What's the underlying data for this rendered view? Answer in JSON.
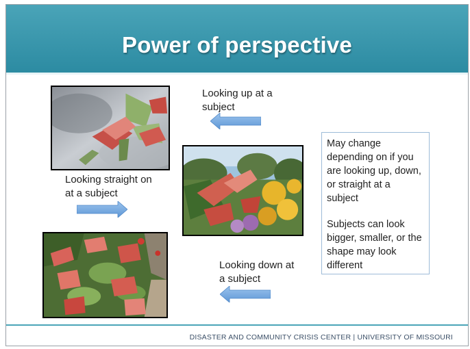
{
  "slide": {
    "title": "Power of perspective",
    "captions": {
      "looking_up": "Looking up at a subject",
      "looking_straight": "Looking straight on at a subject",
      "looking_down": "Looking down at a subject"
    },
    "note": {
      "paragraph1": "May change depending on if you are looking up, down, or straight at a subject",
      "paragraph2": "Subjects can look bigger, smaller, or the shape may look different"
    },
    "footer": "DISASTER AND COMMUNITY CRISIS CENTER  | UNIVERSITY OF MISSOURI"
  },
  "icons": {
    "arrow_up_caption": "arrow-left-icon",
    "arrow_straight_caption": "arrow-right-icon",
    "arrow_down_caption": "arrow-left-icon"
  },
  "colors": {
    "header": "#3a9ab0",
    "arrow": "#6fa8e0",
    "footer_line": "#4aa4b8",
    "footer_text": "#3a4e66",
    "note_border": "#9dbbd8"
  }
}
